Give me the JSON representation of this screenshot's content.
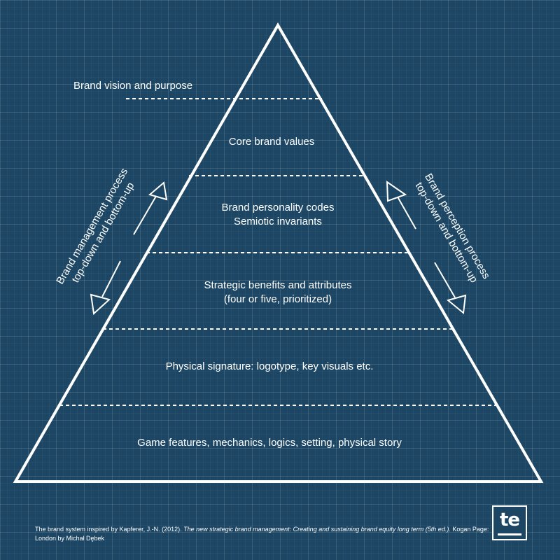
{
  "layers": [
    "Brand vision and purpose",
    "Core brand values",
    "Brand personality codes",
    "Semiotic invariants",
    "Strategic benefits and attributes",
    "(four or five, prioritized)",
    "Physical signature: logotype, key visuals etc.",
    "Game features, mechanics, logics, setting, physical story"
  ],
  "left_process": {
    "line1": "Brand management process",
    "line2": "top-down and bottom-up"
  },
  "right_process": {
    "line1": "Brand perception process",
    "line2": "top-down and bottom-up"
  },
  "footer": {
    "prefix": "The brand system inspired by Kapferer, J.-N. (2012). ",
    "title": "The new strategic brand management: Creating and sustaining brand equity long term (5th ed.).",
    "suffix": " Kogan Page: London by Michał Dębek"
  },
  "logo": {
    "text": "te"
  },
  "colors": {
    "background": "#1c4663",
    "foreground": "#ffffff"
  }
}
